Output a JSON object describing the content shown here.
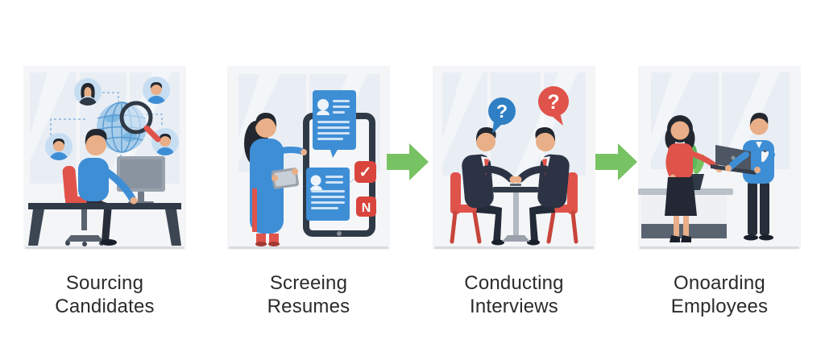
{
  "steps": [
    {
      "id": "sourcing-candidates",
      "label_line1": "Sourcing",
      "label_line2": "Candidates",
      "illustration": "recruiter-at-desk-with-globe-search-and-candidate-avatars"
    },
    {
      "id": "screening-resumes",
      "label_line1": "Screeing",
      "label_line2": "Resumes",
      "illustration": "woman-screening-resume-cards-on-large-tablet",
      "check_glyph": "✓",
      "reject_glyph": "N"
    },
    {
      "id": "conducting-interviews",
      "label_line1": "Conducting",
      "label_line2": "Interviews",
      "illustration": "two-people-interview-across-table-with-question-bubbles",
      "question_left": "?",
      "question_right": "?"
    },
    {
      "id": "onboarding-employees",
      "label_line1": "Onoarding",
      "label_line2": "Employees",
      "illustration": "manager-welcoming-new-employee-with-laptop"
    }
  ],
  "arrows": [
    {
      "between": "screening-and-interviews",
      "direction": "right"
    },
    {
      "between": "interviews-and-onboarding",
      "direction": "right"
    }
  ],
  "colors": {
    "blue": "#3e8ed6",
    "blue-deep": "#2f7fc4",
    "light-blue": "#c7def2",
    "glass": "#e9eef4",
    "red": "#e0534a",
    "badge-red": "#d9453c",
    "green": "#77c263",
    "ink": "#303a47",
    "suit": "#2b3345",
    "slate": "#8f97a2",
    "skin": "#e9af88",
    "hair": "#23272f",
    "wall": "#f4f5f7",
    "floor": "#d8dbe0",
    "text": "#2b2b2b"
  }
}
